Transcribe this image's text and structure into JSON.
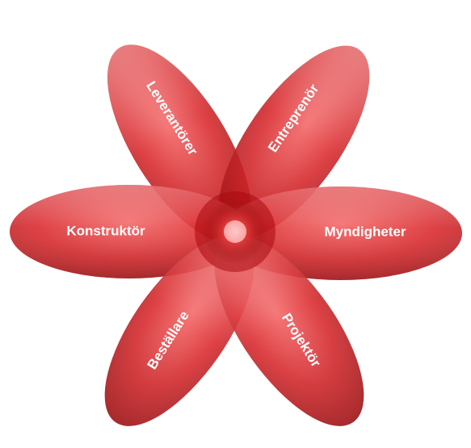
{
  "petals": [
    {
      "label": "Leverantörer"
    },
    {
      "label": "Entreprenör"
    },
    {
      "label": "Konstruktör"
    },
    {
      "label": "Myndigheter"
    },
    {
      "label": "Beställare"
    },
    {
      "label": "Projektör"
    }
  ],
  "colors": {
    "petal_light": "#ef4a4a",
    "petal_mid": "#d5191d",
    "petal_dark": "#9a0d10",
    "label_text": "#ffffff"
  }
}
